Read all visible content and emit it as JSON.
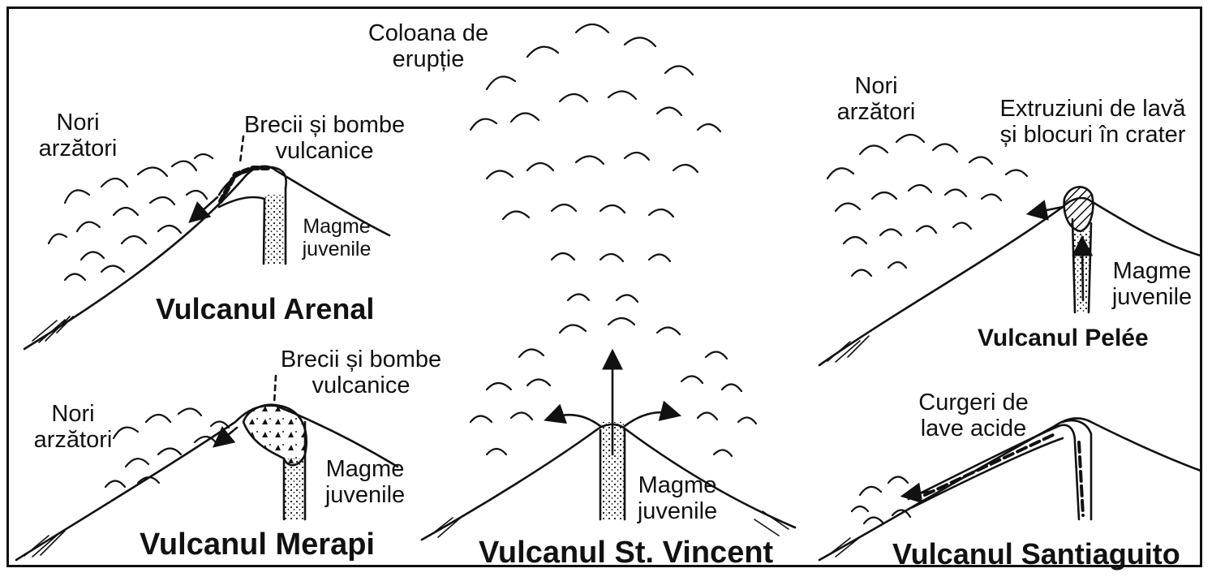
{
  "panels": {
    "arenal": {
      "title": "Vulcanul Arenal",
      "clouds_label": "Nori\narzători",
      "breccia_label": "Brecii și bombe\nvulcanice",
      "magma_label": "Magme\njuvenile"
    },
    "merapi": {
      "title": "Vulcanul Merapi",
      "clouds_label": "Nori\narzători",
      "breccia_label": "Brecii și bombe\nvulcanice",
      "magma_label": "Magme\njuvenile"
    },
    "st_vincent": {
      "title": "Vulcanul St. Vincent",
      "column_label": "Coloana de\nerupție",
      "magma_label": "Magme\njuvenile"
    },
    "pelee": {
      "title": "Vulcanul Pelée",
      "clouds_label": "Nori\narzători",
      "extrusion_label": "Extruziuni de lavă\nși blocuri în crater",
      "magma_label": "Magme\njuvenile"
    },
    "santiaguito": {
      "title": "Vulcanul Santiaguito",
      "flows_label": "Curgeri de\nlave acide"
    }
  },
  "colors": {
    "ink": "#111111",
    "background": "#ffffff"
  }
}
